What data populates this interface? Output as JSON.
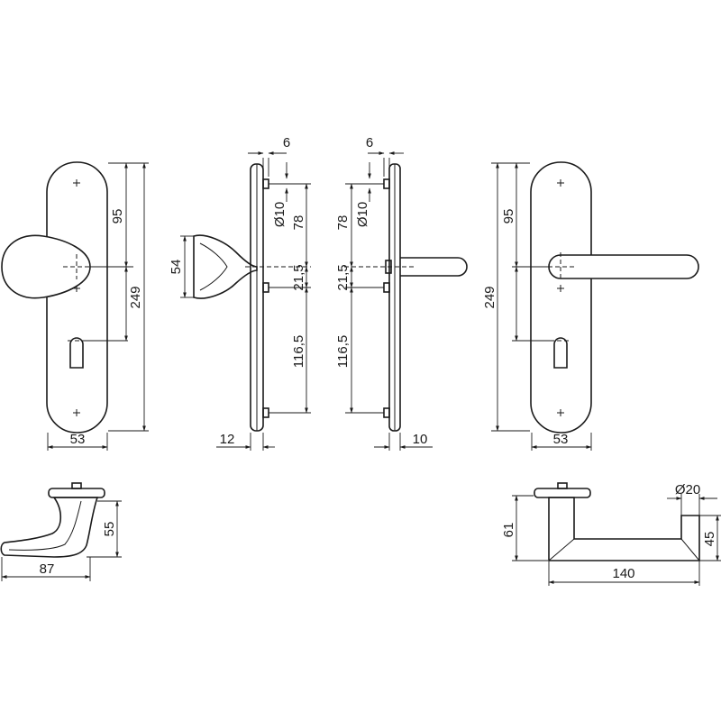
{
  "dimensions": {
    "knob_plate": {
      "width": "53",
      "height_total": "249",
      "spindle_from_top": "95",
      "knob_height": "54",
      "knob_projection": "55",
      "knob_length": "87"
    },
    "side_left": {
      "plate_thickness": "12",
      "pin_offset": "6",
      "pin_diameter": "Ø10",
      "top_to_spindle": "78",
      "spindle_to_lock": "21,5",
      "lock_to_bottom": "116,5"
    },
    "side_right": {
      "plate_thickness": "10",
      "pin_offset": "6",
      "pin_diameter": "Ø10",
      "top_to_spindle": "78",
      "spindle_to_lock": "21,5",
      "lock_to_bottom": "116,5"
    },
    "lever_plate": {
      "width": "53",
      "height_total": "249",
      "spindle_from_top": "95",
      "lever_projection": "61",
      "lever_length": "140",
      "lever_diameter": "Ø20",
      "lever_depth": "45"
    }
  }
}
